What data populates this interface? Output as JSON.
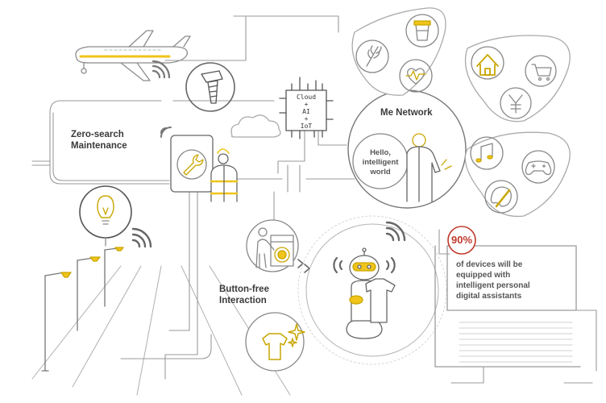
{
  "labels": {
    "zero_search": "Zero-search\nMaintenance",
    "button_free": "Button-free\nInteraction",
    "me_network": "Me Network",
    "hello": "Hello,\nintelligent\nworld",
    "chip": "Cloud\n+\nAI\n+\nIoT"
  },
  "stat": {
    "value": "90%",
    "text": "of devices will be\nequipped with\nintelligent personal\ndigital assistants"
  },
  "colors": {
    "line": "#8c8c8c",
    "accent_yellow": "#f0c419",
    "accent_red": "#c0392b",
    "light_line": "#d5d5d5"
  },
  "icons": [
    "airplane-icon",
    "bolt-icon",
    "cloud-icon",
    "chip-icon",
    "tablet-wrench-icon",
    "technician-icon",
    "lightbulb-icon",
    "street-lamp-icon",
    "wifi-signal-icon",
    "wheat-icon",
    "coffee-cup-icon",
    "heartbeat-icon",
    "house-icon",
    "cart-icon",
    "yen-icon",
    "music-icon",
    "gamepad-icon",
    "palette-icon",
    "robot-icon",
    "tshirt-icon",
    "sparkle-icon",
    "washing-machine-icon",
    "person-icon"
  ]
}
